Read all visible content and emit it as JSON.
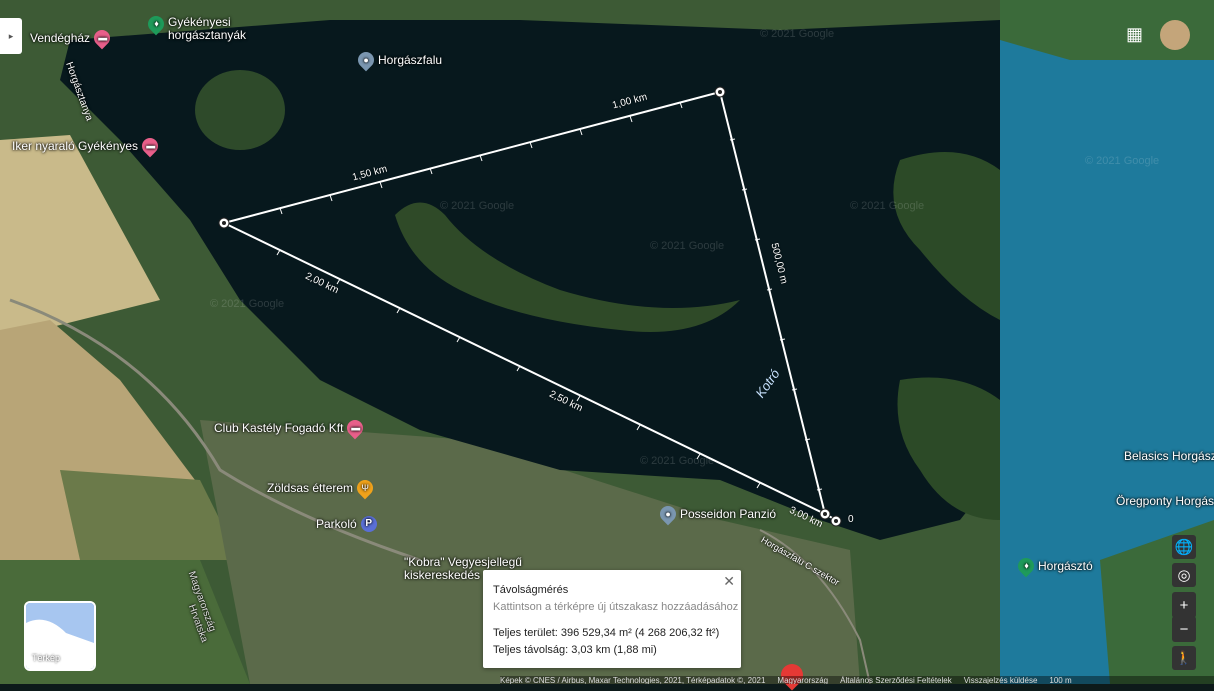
{
  "places": {
    "vendeghaz": "Vendégház",
    "gyekenyesi_1": "Gyékényesi",
    "gyekenyesi_2": "horgásztanyák",
    "horgaszfalu": "Horgászfalu",
    "iker": "Iker nyaraló Gyékényes",
    "club": "Club Kastély Fogadó Kft",
    "zoldsas": "Zöldsas étterem",
    "parkolo": "Parkoló",
    "kobra_1": "\"Kobra\" Vegyesjellegű",
    "kobra_2": "kiskereskedés",
    "posseidon": "Posseidon Panzió",
    "belasics": "Belasics Horgász",
    "oregponty": "Öregponty Horgász",
    "horgaszto": "Horgásztó",
    "parking_symbol": "P"
  },
  "streets": {
    "horgasztanya": "Horgásztanya",
    "horgaszfalu_c": "Horgászfalu C szektor",
    "magyarorszag_1": "Magyarország",
    "magyarorszag_2": "Hrvatska"
  },
  "lake_name": "Kotró",
  "measurement": {
    "labels": [
      "1,00 km",
      "1,50 km",
      "500,00 m",
      "2,00 km",
      "2,50 km",
      "3,00 km",
      "0"
    ]
  },
  "watermark": "© 2021 Google",
  "panel": {
    "title": "Távolságmérés",
    "hint": "Kattintson a térképre új útszakasz hozzáadásához",
    "area": "Teljes terület: 396 529,34 m² (4 268 206,32 ft²)",
    "distance": "Teljes távolság: 3,03 km (1,88 mi)",
    "close": "✕"
  },
  "layer_label": "Térkép",
  "footer": {
    "attribution": "Képek © CNES / Airbus, Maxar Technologies, 2021, Térképadatok ©, 2021",
    "country": "Magyarország",
    "terms": "Általános Szerződési Feltételek",
    "feedback": "Visszajelzés küldése",
    "scale": "100 m"
  },
  "controls": {
    "globe": "🌐",
    "locate": "◎",
    "zoom_in": "+",
    "zoom_out": "−",
    "pegman": "🚶",
    "apps": "▦",
    "collapse": "▸"
  },
  "colors": {
    "water": "#07181d",
    "land": "#3c5a34",
    "accent_hotel": "#e85f8a",
    "right_water": "#1e7a9c"
  }
}
